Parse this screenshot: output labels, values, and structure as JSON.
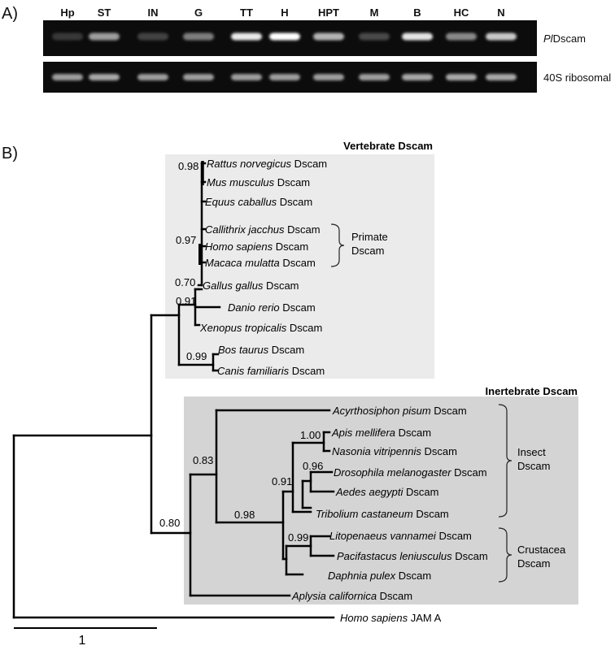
{
  "panel_a": {
    "label": "A)",
    "lanes": [
      "Hp",
      "ST",
      "IN",
      "G",
      "TT",
      "H",
      "HPT",
      "M",
      "B",
      "HC",
      "N"
    ],
    "gel1_label_italic": "Pl",
    "gel1_label_rest": "Dscam",
    "gel2_label": "40S ribosomal",
    "gel1_intensity": [
      0.08,
      0.55,
      0.12,
      0.4,
      0.9,
      1.0,
      0.65,
      0.15,
      0.88,
      0.45,
      0.75
    ],
    "gel2_intensity": [
      0.55,
      0.6,
      0.55,
      0.55,
      0.55,
      0.55,
      0.55,
      0.55,
      0.6,
      0.6,
      0.6
    ]
  },
  "panel_b": {
    "label": "B)",
    "vert_title": "Vertebrate Dscam",
    "invert_title": "Inertebrate Dscam",
    "scale_label": "1",
    "colors": {
      "vert_box": "#ebebeb",
      "invert_box": "#d4d4d4",
      "line": "#000000"
    },
    "taxa": [
      {
        "italic": "Rattus norvegicus",
        "rest": " Dscam"
      },
      {
        "italic": "Mus musculus",
        "rest": " Dscam"
      },
      {
        "italic": "Equus caballus",
        "rest": " Dscam"
      },
      {
        "italic": "Callithrix jacchus",
        "rest": " Dscam"
      },
      {
        "italic": "Homo sapiens",
        "rest": " Dscam"
      },
      {
        "italic": "Macaca mulatta",
        "rest": " Dscam"
      },
      {
        "italic": "Gallus gallus",
        "rest": " Dscam"
      },
      {
        "italic": "Danio rerio",
        "rest": " Dscam"
      },
      {
        "italic": "Xenopus tropicalis",
        "rest": " Dscam"
      },
      {
        "italic": "Bos taurus",
        "rest": " Dscam"
      },
      {
        "italic": "Canis familiaris",
        "rest": " Dscam"
      },
      {
        "italic": "Acyrthosiphon pisum",
        "rest": " Dscam"
      },
      {
        "italic": "Apis mellifera",
        "rest": " Dscam"
      },
      {
        "italic": "Nasonia vitripennis",
        "rest": " Dscam"
      },
      {
        "italic": "Drosophila melanogaster",
        "rest": " Dscam"
      },
      {
        "italic": "Aedes aegypti",
        "rest": " Dscam"
      },
      {
        "italic": "Tribolium castaneum",
        "rest": " Dscam"
      },
      {
        "italic": "Litopenaeus vannamei",
        "rest": " Dscam"
      },
      {
        "italic": "Pacifastacus leniusculus",
        "rest": " Dscam"
      },
      {
        "italic": "Daphnia pulex",
        "rest": " Dscam"
      },
      {
        "italic": "Aplysia californica",
        "rest": " Dscam"
      },
      {
        "italic": "Homo sapiens",
        "rest": " JAM A"
      }
    ],
    "supports": [
      "0.98",
      "0.97",
      "0.70",
      "0.91",
      "0.99",
      "1.00",
      "0.96",
      "0.91",
      "0.83",
      "0.98",
      "0.99",
      "0.80"
    ],
    "groups": [
      {
        "line1": "Primate",
        "line2": "Dscam"
      },
      {
        "line1": "Insect",
        "line2": "Dscam"
      },
      {
        "line1": "Crustacea",
        "line2": "Dscam"
      }
    ]
  }
}
